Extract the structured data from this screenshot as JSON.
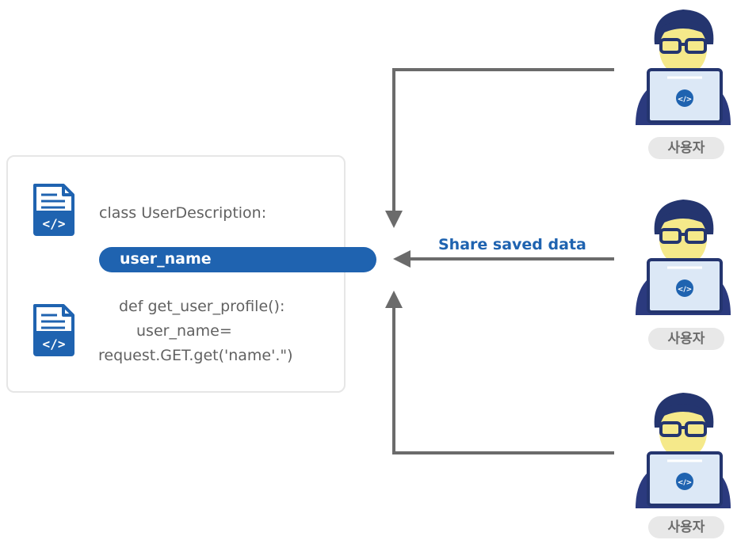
{
  "code_card": {
    "class_line": "class UserDescription:",
    "highlight": "user_name",
    "def_line1": "def get_user_profile():",
    "def_line2": "user_name=",
    "def_line3": "request.GET.get('name'.\")"
  },
  "arrow_label": "Share saved data",
  "users": [
    {
      "label": "사용자"
    },
    {
      "label": "사용자"
    },
    {
      "label": "사용자"
    }
  ],
  "colors": {
    "accent": "#1f63b0",
    "line": "#6b6b6b",
    "badge_bg": "#e8e8e8"
  }
}
